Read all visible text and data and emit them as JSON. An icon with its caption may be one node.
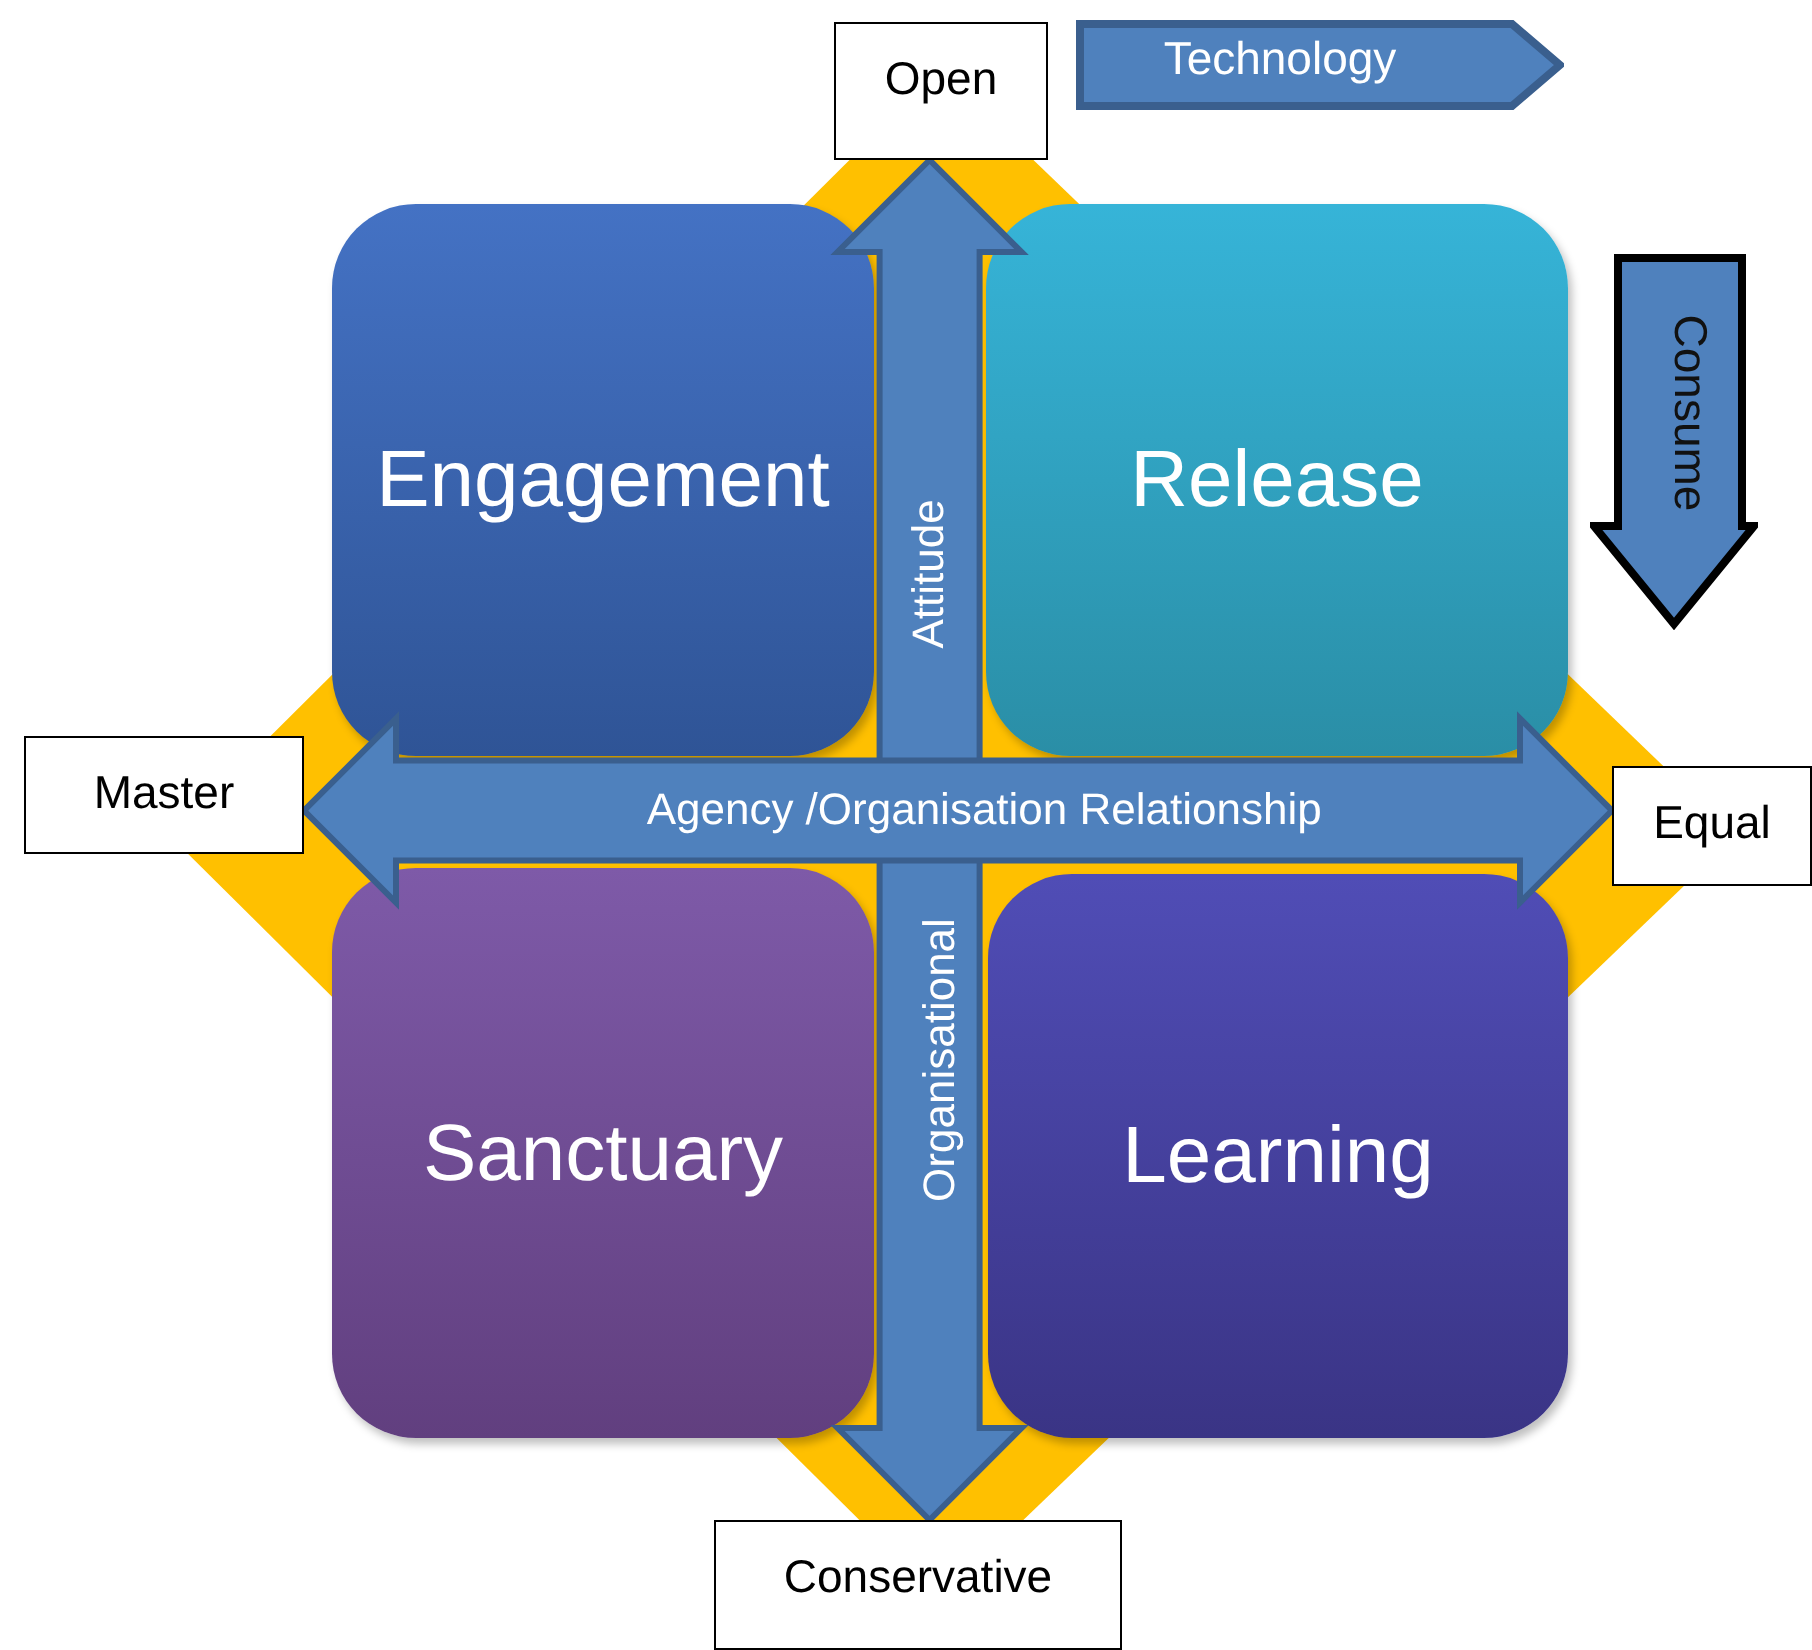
{
  "diagram": {
    "nodes": [
      {
        "text": [
          "Open"
        ]
      },
      {
        "text": [
          "Technology"
        ]
      },
      {
        "text": [
          "Engagement"
        ]
      },
      {
        "text": [
          "Release"
        ]
      },
      {
        "text": [
          "Consume"
        ]
      },
      {
        "text": [
          "Master"
        ]
      },
      {
        "text": [
          "Equal"
        ]
      },
      {
        "text": [
          "Sanctuary"
        ]
      },
      {
        "text": [
          "Learning"
        ]
      },
      {
        "text": [
          "Conservative"
        ]
      }
    ],
    "edges": [
      {
        "from": 0,
        "to": 9,
        "arrow": "both",
        "label": "Attitude"
      },
      {
        "from": 5,
        "to": 6,
        "arrow": "both",
        "label": "Agency /Organisation Relationship"
      }
    ],
    "labels": [
      "Organisational"
    ]
  }
}
